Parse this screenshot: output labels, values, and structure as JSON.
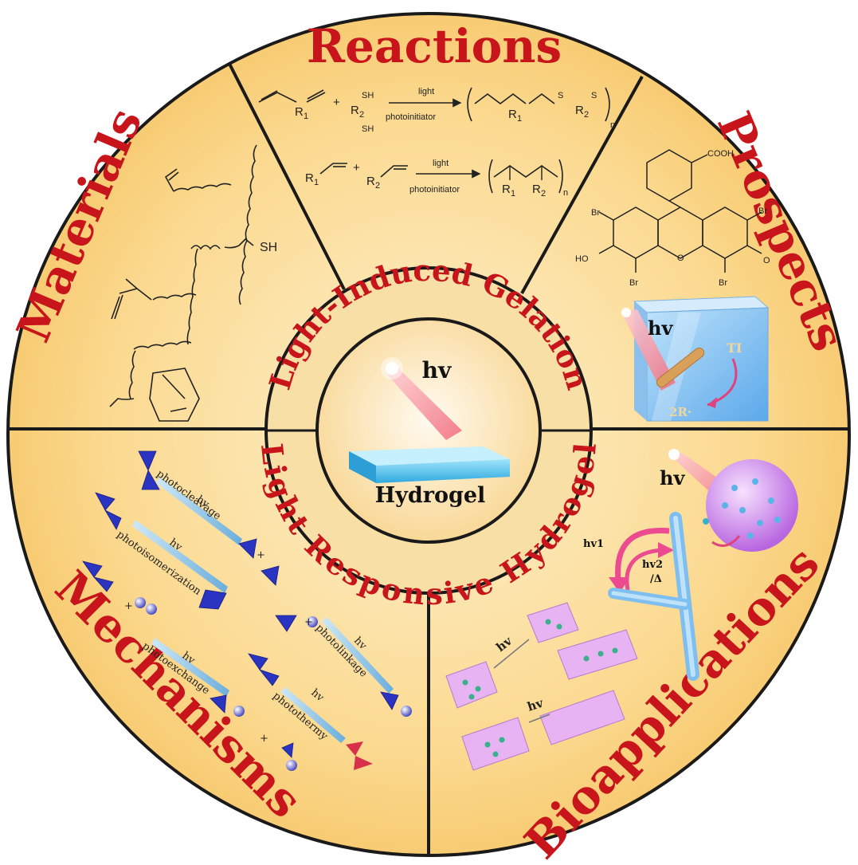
{
  "center": {
    "ring_top": "Light-Induced Gelation",
    "ring_bottom": "Light Responsive Hydrogel",
    "hv": "hv",
    "hydrogel": "Hydrogel"
  },
  "sections": {
    "reactions": "Reactions",
    "materials": "Materials",
    "prospects": "Prospects",
    "mechanisms": "Mechanisms",
    "bioapplications": "Bioapplications"
  },
  "reactions": {
    "r1": "R",
    "sub1": "1",
    "r2": "R",
    "sub2": "2",
    "sh": "SH",
    "s": "S",
    "n": "n",
    "plus": "+",
    "light": "light",
    "photoinitiator": "photoinitiator"
  },
  "materials": {
    "sh": "SH"
  },
  "prospects": {
    "cooh": "COOH",
    "br": "Br",
    "ho": "HO",
    "o": "O",
    "hv": "hv",
    "ti": "TI",
    "radical": "2R·"
  },
  "mechanisms": {
    "hv": "hv",
    "plus": "+",
    "photocleavage": "photocleavage",
    "photoisomerization": "photoisomerization",
    "photoexchange": "photoexchange",
    "photolinkage": "photolinkage",
    "photothermy": "photothermy"
  },
  "bioapps": {
    "hv": "hv",
    "hv1": "hv1",
    "hv2": "hv2",
    "delta": "/Δ"
  },
  "colors": {
    "panel_fill": "#f8cf7a",
    "panel_light": "#fde9b8",
    "ring_fill": "#f7dfa6",
    "label_red": "#c8151b",
    "divider": "#1a1a1a",
    "hydrogel_blue": "#5ec8f0",
    "purple": "#d39bef"
  }
}
